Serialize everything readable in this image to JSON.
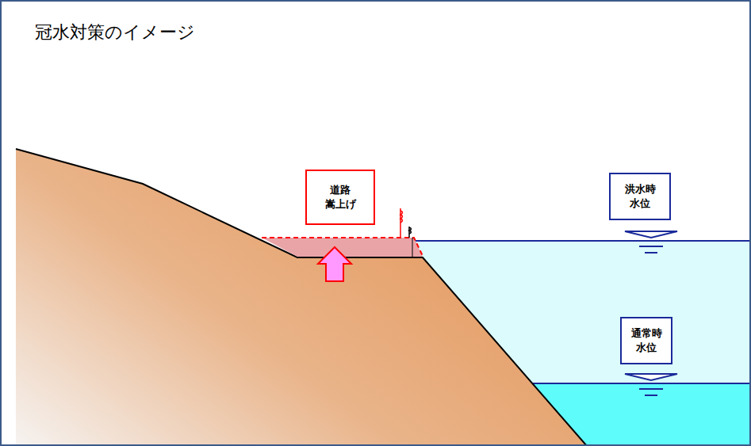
{
  "diagram": {
    "title": "冠水対策のイメージ",
    "nodes": [
      {
        "text": [
          "道路 嵩上げ"
        ]
      },
      {
        "text": [
          "洪水時 水位"
        ]
      },
      {
        "text": [
          "通常時 水位"
        ]
      }
    ]
  }
}
